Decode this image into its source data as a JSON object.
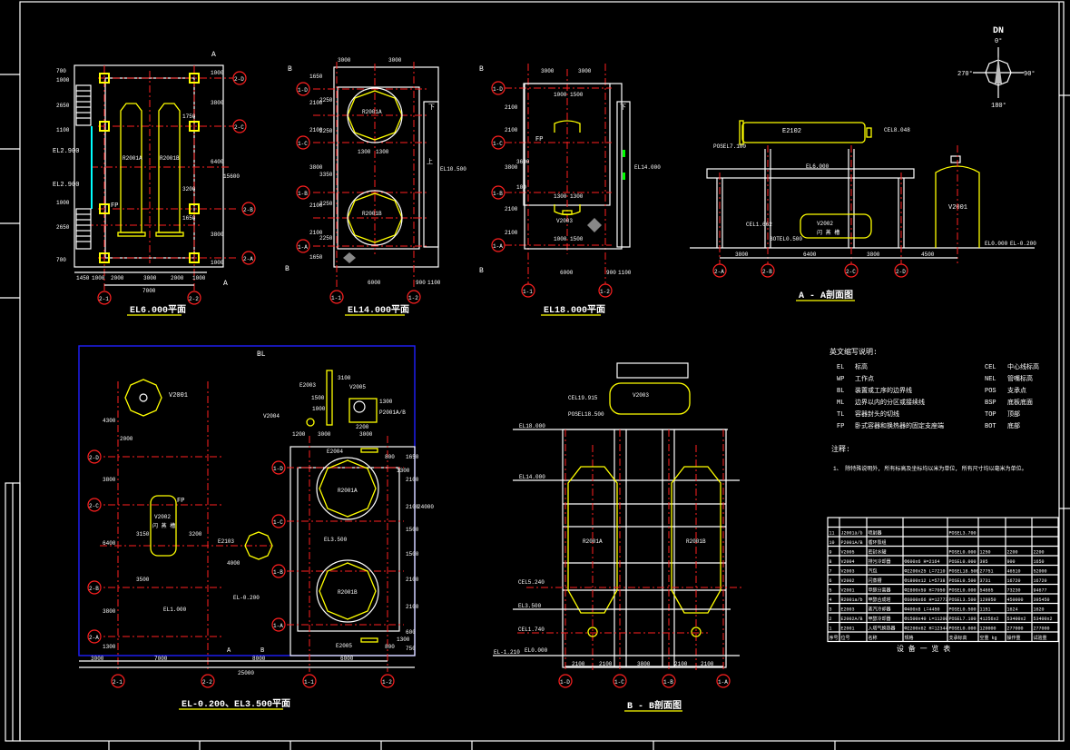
{
  "colors": {
    "background": "#000000",
    "line": "#ffffff",
    "axis": "#ff0000",
    "equipment": "#ffff00",
    "boundary": "#0000ff",
    "platform": "#00ffff",
    "marker": "#00ff00"
  },
  "compass": {
    "label": "DN",
    "n": "0°",
    "e": "90°",
    "s": "180°",
    "w": "270°"
  },
  "views": {
    "el6": {
      "title": "EL6.000平面",
      "section_mark": "A",
      "axes_right": [
        "2-D",
        "2-C",
        "2-B",
        "2-A"
      ],
      "axes_bottom": [
        "2-1",
        "2-2"
      ],
      "dims_bottom": [
        "1450",
        "1000",
        "2000",
        "3000",
        "2000",
        "1000"
      ],
      "dim_total": "7000",
      "dims_left": [
        "700",
        "1000",
        "2650",
        "1100",
        "1000",
        "2650",
        "700"
      ],
      "dims_right": [
        "1000",
        "3800",
        "6400",
        "3800",
        "1000"
      ],
      "dim_right_total": "15600",
      "el_labels": [
        "EL2.900",
        "EL2.900"
      ],
      "fp": "FP",
      "inner_dims": [
        "1750",
        "3200",
        "1650"
      ],
      "tags": [
        "R2001A",
        "R2001B"
      ]
    },
    "el14": {
      "title": "EL14.000平面",
      "section_mark": "B",
      "dims_top": [
        "3000",
        "3000"
      ],
      "axes_left": [
        "1-D",
        "1-C",
        "1-B",
        "1-A"
      ],
      "axes_bottom": [
        "1-1",
        "1-2"
      ],
      "dims_left": [
        "1650",
        "2100",
        "2100",
        "3800",
        "2100",
        "2100",
        "1650"
      ],
      "dims_inner": [
        "2250",
        "2250",
        "3350",
        "2250",
        "2250"
      ],
      "dims_bottom": [
        "6000",
        "900",
        "1100"
      ],
      "mid_dims": [
        "1300",
        "1300"
      ],
      "el_label": "EL10.500",
      "tags": [
        "R2001A",
        "R2001B"
      ],
      "stair_up": "上",
      "stair_down": "下"
    },
    "el18": {
      "title": "EL18.000平面",
      "section_mark": "B",
      "dims_top": [
        "3000",
        "3000"
      ],
      "axes_left": [
        "1-D",
        "1-C",
        "1-B",
        "1-A"
      ],
      "axes_bottom": [
        "1-1",
        "1-2"
      ],
      "dims_left": [
        "2100",
        "2100",
        "3800",
        "2100",
        "2100"
      ],
      "dims_inner": [
        "3600",
        "100"
      ],
      "dims_bottom": [
        "6000",
        "900",
        "1100"
      ],
      "box_dims": [
        "1000",
        "1500",
        "1300",
        "1300",
        "1000",
        "1500"
      ],
      "el_label": "EL14.000",
      "fp": "FP",
      "tag": "V2003",
      "stair_down": "下"
    },
    "aa": {
      "title": "A - A剖面图",
      "e2102": "E2102",
      "cel_top": "CEL8.048",
      "pos": "POSEL7.100",
      "el": "EL6.000",
      "v2002": "V2002",
      "v2002_sub": "闪 蒸 槽",
      "cel_low": "CEL1.662",
      "bot": "BOTEL0.500",
      "v2001": "V2001",
      "el0": "EL0.000",
      "elm": "EL-0.200",
      "dims": [
        "3800",
        "6400",
        "3800",
        "4500"
      ],
      "axes": [
        "2-A",
        "2-B",
        "2-C",
        "2-D"
      ]
    },
    "plan": {
      "title": "EL-0.200、EL3.500平面",
      "bl": "BL",
      "v2001": "V2001",
      "v2002": "V2002",
      "v2002_sub": "闪 蒸 槽",
      "e2103": "E2103",
      "e2003": "E2003",
      "v2004": "V2004",
      "v2005": "V2005",
      "p2001": "P2001A/B",
      "r2001a": "R2001A",
      "r2001b": "R2001B",
      "e2004": "E2004",
      "e2005": "E2005",
      "fp": "FP",
      "el1": "EL1.000",
      "el2": "EL-0.200",
      "el3": "EL3.500",
      "section_a": "A",
      "section_b": "B",
      "axes_left": [
        "2-D",
        "2-C",
        "2-B",
        "2-A"
      ],
      "axes_right": [
        "1-D",
        "1-C",
        "1-B",
        "1-A"
      ],
      "axes_bottom": [
        "2-1",
        "2-2",
        "1-1",
        "1-2"
      ],
      "dims_bottom": [
        "3000",
        "7000",
        "8000",
        "6000"
      ],
      "dim_total": "25000",
      "dims_left": [
        "4300",
        "3800",
        "6400",
        "3800",
        "1300"
      ],
      "dims_mid": [
        "2000",
        "3150",
        "3200",
        "3500",
        "4000"
      ],
      "dims_top_right": [
        "1200",
        "3000",
        "3000",
        "2200",
        "1500",
        "3100",
        "1000",
        "1300"
      ],
      "dims_right": [
        "1650",
        "2100",
        "2100",
        "1500",
        "1500",
        "2100",
        "2100",
        "600",
        "750"
      ],
      "dim_right_total": "24000",
      "small_dims": [
        "800",
        "800",
        "1300",
        "1300"
      ]
    },
    "bb": {
      "title": "B - B剖面图",
      "v2003": "V2003",
      "cel_top": "CEL19.915",
      "pos": "POSEL18.500",
      "el18": "EL18.000",
      "el14": "EL14.000",
      "r2001a": "R2001A",
      "r2001b": "R2001B",
      "cel5": "CEL5.240",
      "el35": "EL3.500",
      "cel17": "CEL1.740",
      "el0": "EL0.000",
      "elm": "EL-1.210",
      "dims": [
        "2100",
        "2100",
        "3800",
        "2100",
        "2100"
      ],
      "axes": [
        "1-D",
        "1-C",
        "1-B",
        "1-A"
      ]
    }
  },
  "legend": {
    "title": "英文缩写说明:",
    "left": [
      {
        "abbr": "EL",
        "desc": "标高"
      },
      {
        "abbr": "WP",
        "desc": "工作点"
      },
      {
        "abbr": "BL",
        "desc": "装置或工序的边界线"
      },
      {
        "abbr": "ML",
        "desc": "边界以内的分区或接续线"
      },
      {
        "abbr": "TL",
        "desc": "容器封头的切线"
      },
      {
        "abbr": "FP",
        "desc": "卧式容器和换热器的固定支座端"
      }
    ],
    "right": [
      {
        "abbr": "CEL",
        "desc": "中心线标高"
      },
      {
        "abbr": "NEL",
        "desc": "管嘴标高"
      },
      {
        "abbr": "POS",
        "desc": "支承点"
      },
      {
        "abbr": "BSP",
        "desc": "底板底面"
      },
      {
        "abbr": "TOP",
        "desc": "顶部"
      },
      {
        "abbr": "BOT",
        "desc": "底部"
      }
    ],
    "notes_title": "注释:",
    "note": "1、 除特殊说明外, 所有标高及坐标均以米为单位, 所有尺寸均以毫米为单位。"
  },
  "equipment_table": {
    "caption": "设 备 一 览 表",
    "rows": [
      [
        "11",
        "J2001a/b",
        "喷射器",
        "",
        "POSEL3.700",
        "",
        "",
        ""
      ],
      [
        "10",
        "P2001A/B",
        "循环泵组",
        "",
        "",
        "",
        "",
        ""
      ],
      [
        "9",
        "V2005",
        "密封水罐",
        "",
        "POSEL0.000",
        "1250",
        "2200",
        "2200"
      ],
      [
        "8",
        "V2004",
        "排污冷却器",
        "Φ600x6 H=2164",
        "POSEL0.000",
        "395",
        "900",
        "1650"
      ],
      [
        "7",
        "V2003",
        "汽包",
        "Φ2200x25 L=7210",
        "POSEL18.500",
        "27751",
        "46510",
        "52000"
      ],
      [
        "6",
        "V2002",
        "闪蒸槽",
        "Φ1800x12 L=5738",
        "POSEL0.500",
        "3731",
        "16720",
        "16720"
      ],
      [
        "5",
        "V2001",
        "甲醇分离器",
        "Φ2800x59 H=7050",
        "POSEL0.000",
        "54665",
        "73230",
        "94677"
      ],
      [
        "4",
        "R2001a/b",
        "甲醇合成塔",
        "Φ3000x66 H=12773",
        "POSEL3.500",
        "129950",
        "450000",
        "395450"
      ],
      [
        "3",
        "E2003",
        "蒸汽冷却器",
        "Φ400x8 L=4450",
        "POSEL0.500",
        "1151",
        "1624",
        "1620"
      ],
      [
        "2",
        "E2002A/B",
        "甲醇冷却器",
        "Φ1500x40 L=11200",
        "POSEL7.100",
        "41256x2",
        "53400x2",
        "53400x2"
      ],
      [
        "1",
        "E2001",
        "入塔气换热器",
        "Φ2200x62 H=12344",
        "POSEL0.000",
        "120000",
        "277000",
        "277000"
      ]
    ],
    "header": [
      "序号",
      "位号",
      "名称",
      "规格",
      "支承标高",
      "空重 kg",
      "操作重",
      "试验重"
    ]
  }
}
